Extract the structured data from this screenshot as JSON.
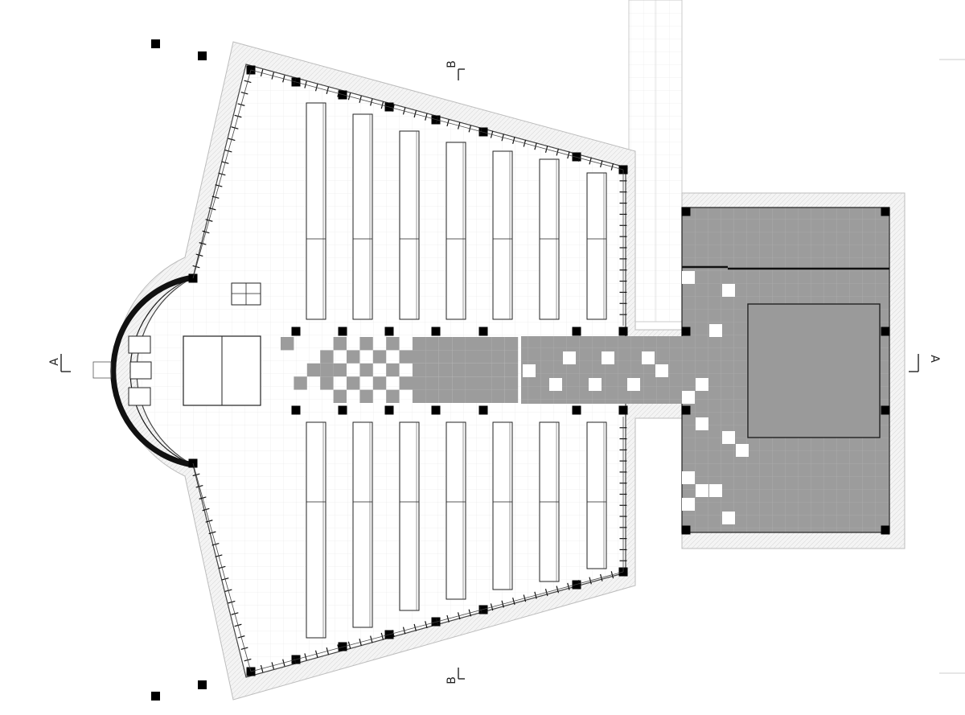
{
  "drawing": {
    "type": "architectural floor plan",
    "section_marks": [
      {
        "id": "A-left",
        "label": "A"
      },
      {
        "id": "A-right",
        "label": "A"
      },
      {
        "id": "B-top",
        "label": "B"
      },
      {
        "id": "B-bottom",
        "label": "B"
      }
    ],
    "pew_rows_per_side": 7,
    "colors": {
      "wall_hatch": "#f0f0f0",
      "grey_floor": "#9a9a9a",
      "column": "#000000",
      "line": "#333333"
    }
  }
}
